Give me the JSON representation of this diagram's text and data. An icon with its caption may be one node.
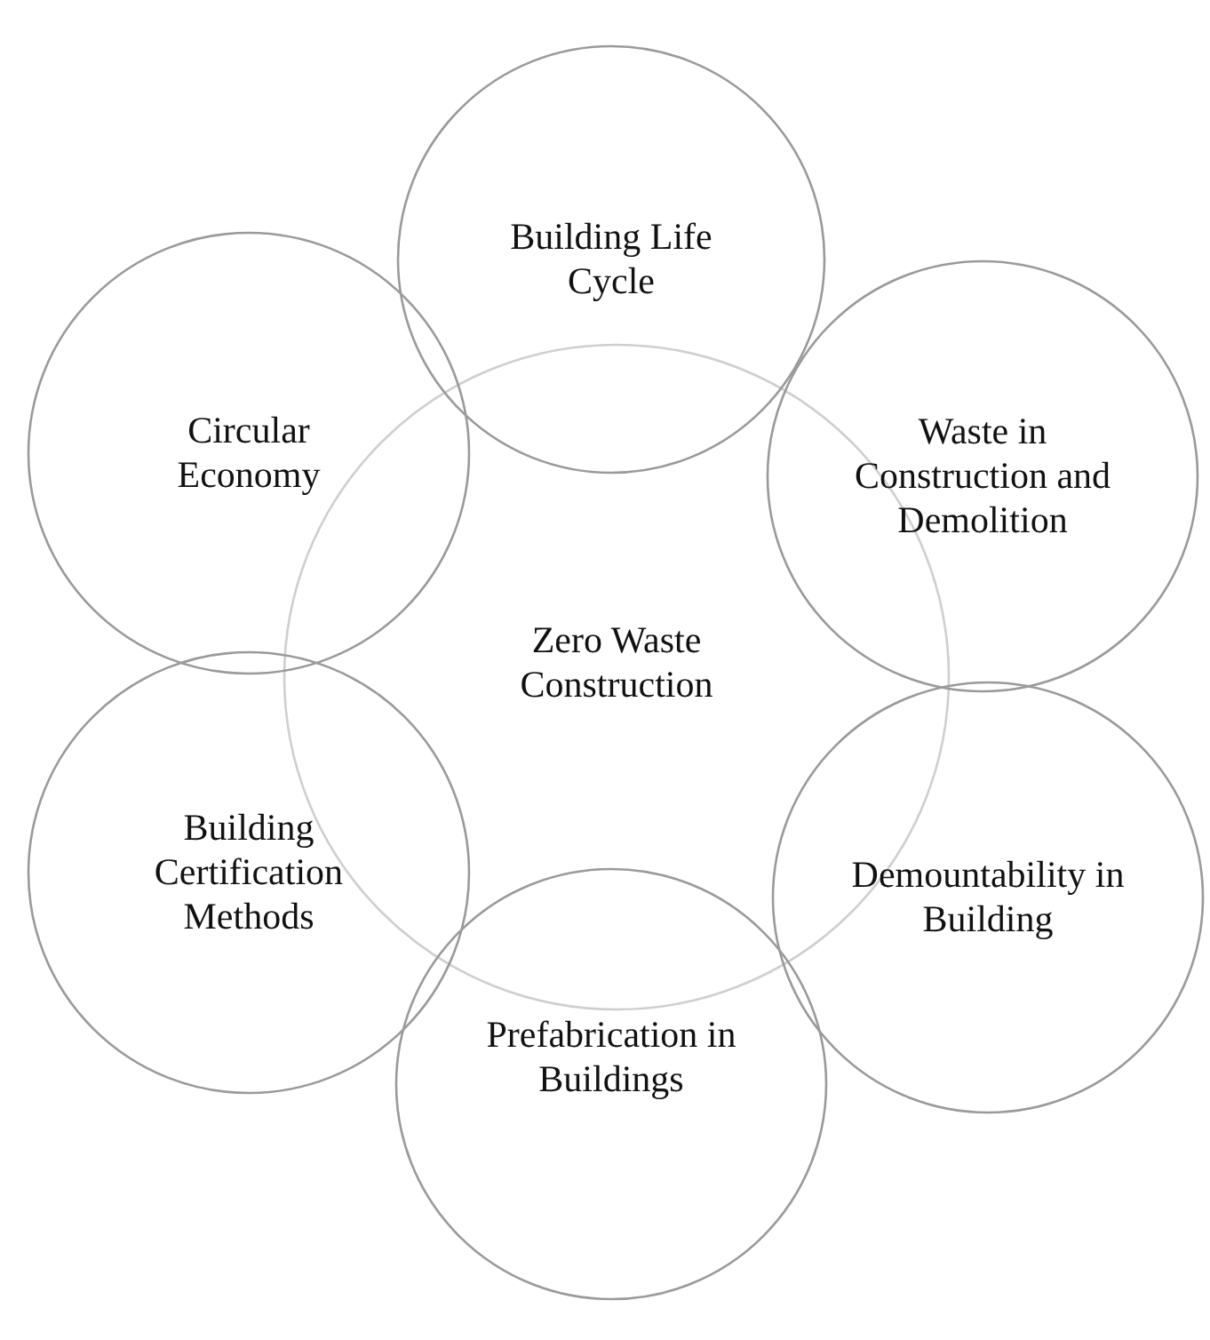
{
  "diagram": {
    "nodes": [
      {
        "text": [
          "Building Life Cycle"
        ]
      },
      {
        "text": [
          "Circular Economy"
        ]
      },
      {
        "text": [
          "Waste in Construction and Demolition"
        ]
      },
      {
        "text": [
          "Zero Waste Construction"
        ]
      },
      {
        "text": [
          "Building Certification Methods"
        ]
      },
      {
        "text": [
          "Demountability in Building"
        ]
      },
      {
        "text": [
          "Prefabrication in Buildings"
        ]
      }
    ],
    "edges": []
  }
}
